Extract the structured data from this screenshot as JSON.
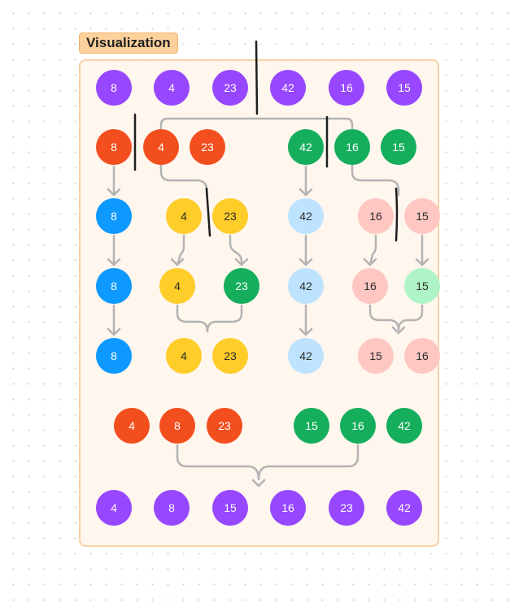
{
  "title": "Visualization",
  "colors": {
    "purple": "#9747ff",
    "red": "#f24e1e",
    "green": "#14ae5c",
    "blue": "#0d99ff",
    "yellow": "#ffcd29",
    "light_blue": "#bde3ff",
    "pink": "#ffc7c2",
    "mint": "#aff4c6",
    "arrow": "#b3b3b3",
    "pen": "#1e1e1e"
  },
  "rows": [
    {
      "name": "input",
      "nodes": [
        {
          "value": "8",
          "color": "purple"
        },
        {
          "value": "4",
          "color": "purple"
        },
        {
          "value": "23",
          "color": "purple"
        },
        {
          "value": "42",
          "color": "purple"
        },
        {
          "value": "16",
          "color": "purple"
        },
        {
          "value": "15",
          "color": "purple"
        }
      ]
    },
    {
      "name": "split-1",
      "nodes": [
        {
          "value": "8",
          "color": "red"
        },
        {
          "value": "4",
          "color": "red"
        },
        {
          "value": "23",
          "color": "red"
        },
        {
          "value": "42",
          "color": "green"
        },
        {
          "value": "16",
          "color": "green"
        },
        {
          "value": "15",
          "color": "green"
        }
      ]
    },
    {
      "name": "split-2",
      "nodes": [
        {
          "value": "8",
          "color": "blue"
        },
        {
          "value": "4",
          "color": "yellow"
        },
        {
          "value": "23",
          "color": "yellow"
        },
        {
          "value": "42",
          "color": "light_blue"
        },
        {
          "value": "16",
          "color": "pink"
        },
        {
          "value": "15",
          "color": "pink"
        }
      ]
    },
    {
      "name": "singles",
      "nodes": [
        {
          "value": "8",
          "color": "blue"
        },
        {
          "value": "4",
          "color": "yellow"
        },
        {
          "value": "23",
          "color": "green"
        },
        {
          "value": "42",
          "color": "light_blue"
        },
        {
          "value": "16",
          "color": "pink"
        },
        {
          "value": "15",
          "color": "mint"
        }
      ]
    },
    {
      "name": "merge-1",
      "nodes": [
        {
          "value": "8",
          "color": "blue"
        },
        {
          "value": "4",
          "color": "yellow"
        },
        {
          "value": "23",
          "color": "yellow"
        },
        {
          "value": "42",
          "color": "light_blue"
        },
        {
          "value": "15",
          "color": "pink"
        },
        {
          "value": "16",
          "color": "pink"
        }
      ]
    },
    {
      "name": "merge-2",
      "nodes": [
        {
          "value": "4",
          "color": "red"
        },
        {
          "value": "8",
          "color": "red"
        },
        {
          "value": "23",
          "color": "red"
        },
        {
          "value": "15",
          "color": "green"
        },
        {
          "value": "16",
          "color": "green"
        },
        {
          "value": "42",
          "color": "green"
        }
      ]
    },
    {
      "name": "output",
      "nodes": [
        {
          "value": "4",
          "color": "purple"
        },
        {
          "value": "8",
          "color": "purple"
        },
        {
          "value": "15",
          "color": "purple"
        },
        {
          "value": "16",
          "color": "purple"
        },
        {
          "value": "23",
          "color": "purple"
        },
        {
          "value": "42",
          "color": "purple"
        }
      ]
    }
  ]
}
